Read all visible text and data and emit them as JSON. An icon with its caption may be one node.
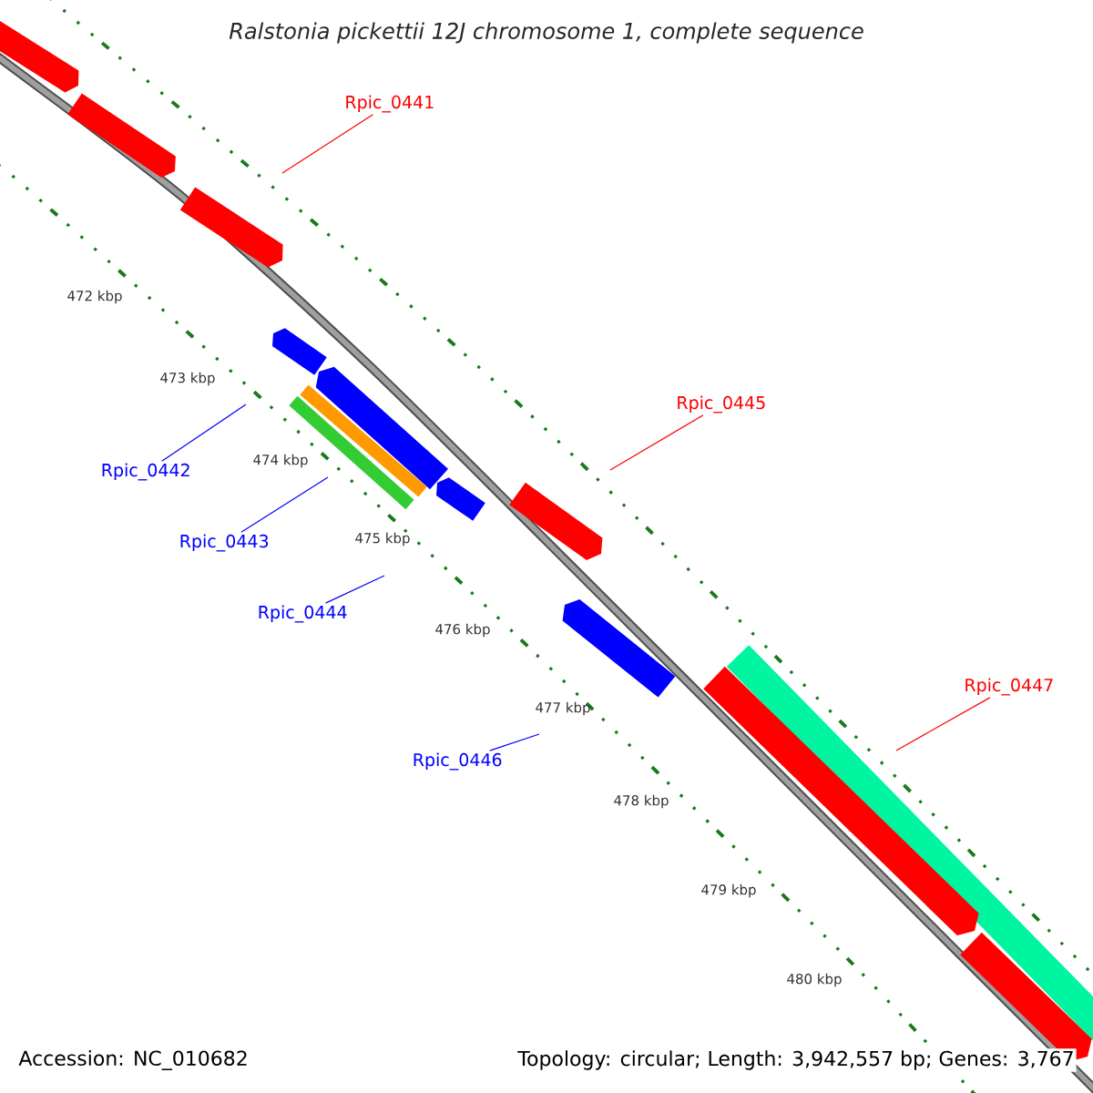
{
  "diagram": {
    "title": "Ralstonia pickettii 12J chromosome 1, complete sequence",
    "nodes": [
      {
        "text": [
          "Rpic_0441"
        ]
      },
      {
        "text": [
          "Rpic_0445"
        ]
      },
      {
        "text": [
          "Rpic_0442"
        ]
      },
      {
        "text": [
          "Rpic_0443"
        ]
      },
      {
        "text": [
          "Rpic_0444"
        ]
      },
      {
        "text": [
          "Rpic_0446"
        ]
      },
      {
        "text": [
          "Rpic_0447"
        ]
      }
    ],
    "edges": [
      {
        "from": 0,
        "to": null,
        "arrow": "none",
        "color": "#ff0000"
      },
      {
        "from": 2,
        "to": null,
        "arrow": "none"
      },
      {
        "from": 3,
        "to": null,
        "arrow": "none"
      },
      {
        "from": 4,
        "to": null,
        "arrow": "none"
      },
      {
        "from": 1,
        "to": null,
        "arrow": "none",
        "color": "#ff0000"
      },
      {
        "from": 5,
        "to": null,
        "arrow": "none"
      },
      {
        "from": 6,
        "to": null,
        "arrow": "none",
        "color": "#ff0000"
      }
    ],
    "labels": [
      "472 kbp",
      "473 kbp",
      "474 kbp",
      "475 kbp",
      "476 kbp",
      "477 kbp",
      "478 kbp",
      "479 kbp",
      "480 kbp",
      "Accession: NC_010682",
      "Topology: circular; Length: 3,942,557 bp; Genes: 3,767"
    ]
  }
}
